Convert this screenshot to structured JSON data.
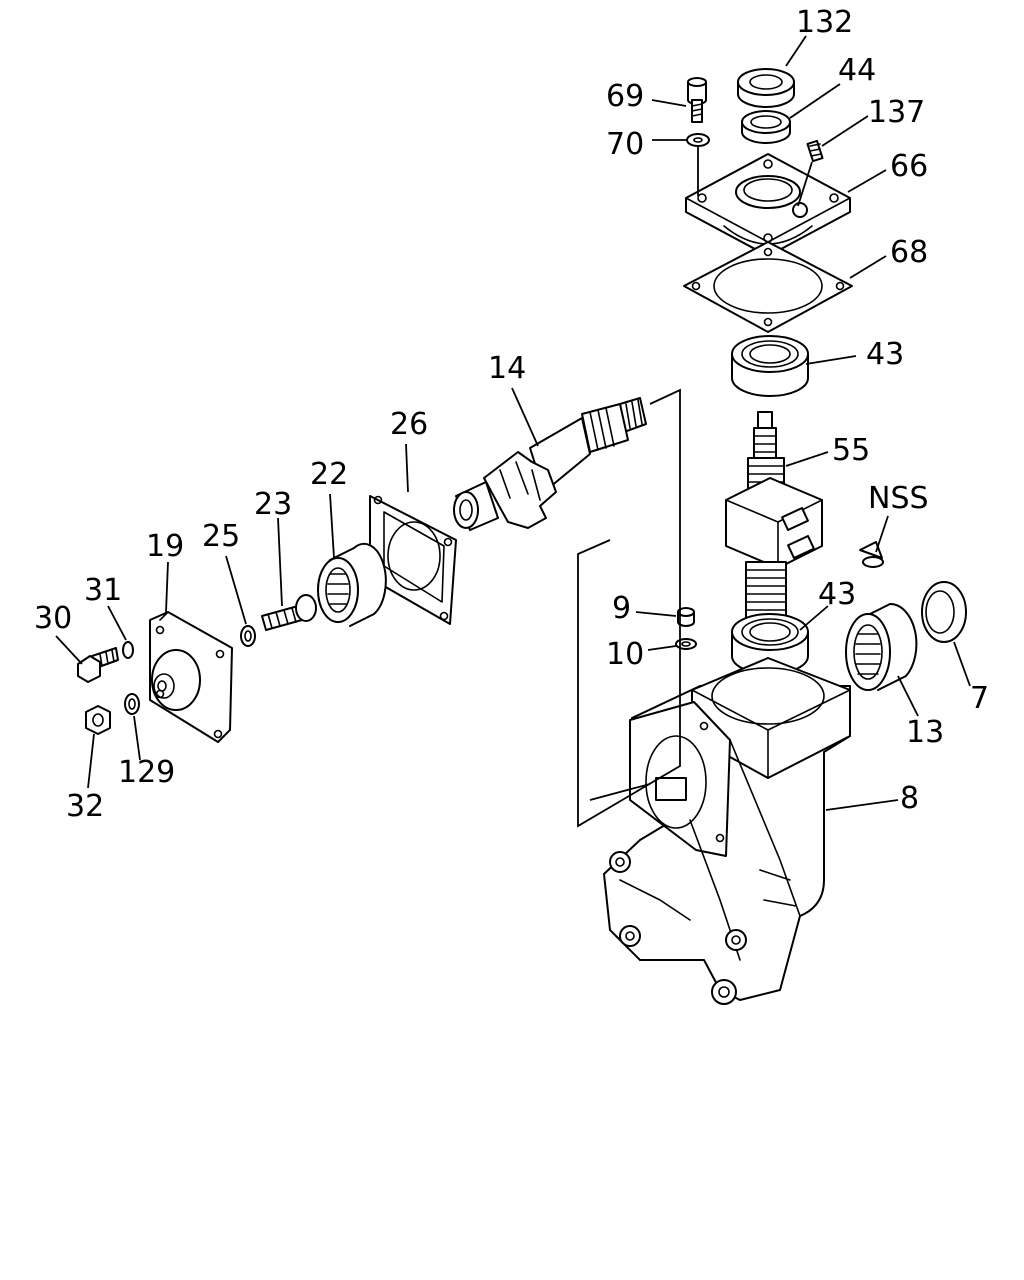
{
  "labels": {
    "p132": "132",
    "p44": "44",
    "p69": "69",
    "p137": "137",
    "p70": "70",
    "p66": "66",
    "p68": "68",
    "p43a": "43",
    "p14": "14",
    "p26": "26",
    "p55": "55",
    "p22": "22",
    "nss": "NSS",
    "p23": "23",
    "p19": "19",
    "p25": "25",
    "p31": "31",
    "p9": "9",
    "p43b": "43",
    "p30": "30",
    "p10": "10",
    "p7": "7",
    "p13": "13",
    "p129": "129",
    "p32": "32",
    "p8": "8"
  }
}
